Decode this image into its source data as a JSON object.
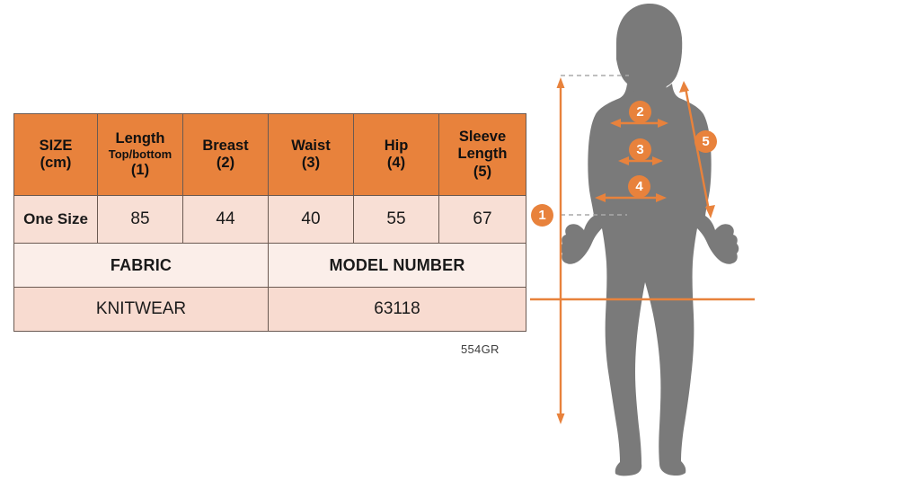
{
  "chart_data": {
    "type": "table",
    "title": "Size Chart",
    "unit": "cm",
    "columns": [
      "SIZE (cm)",
      "Length Top/bottom (1)",
      "Breast (2)",
      "Waist (3)",
      "Hip (4)",
      "Sleeve Length (5)"
    ],
    "categories": [
      "One Size"
    ],
    "series": [
      {
        "name": "Length Top/bottom (1)",
        "values": [
          85
        ]
      },
      {
        "name": "Breast (2)",
        "values": [
          44
        ]
      },
      {
        "name": "Waist (3)",
        "values": [
          40
        ]
      },
      {
        "name": "Hip (4)",
        "values": [
          55
        ]
      },
      {
        "name": "Sleeve Length (5)",
        "values": [
          67
        ]
      }
    ],
    "measurements": [
      {
        "id": 1,
        "label": "Length Top/bottom",
        "value": 85,
        "unit": "cm"
      },
      {
        "id": 2,
        "label": "Breast",
        "value": 44,
        "unit": "cm"
      },
      {
        "id": 3,
        "label": "Waist",
        "value": 40,
        "unit": "cm"
      },
      {
        "id": 4,
        "label": "Hip",
        "value": 55,
        "unit": "cm"
      },
      {
        "id": 5,
        "label": "Sleeve Length",
        "value": 67,
        "unit": "cm"
      }
    ],
    "fabric": "KNITWEAR",
    "model_number": "63118",
    "grid": false,
    "legend": "none"
  },
  "table": {
    "header": {
      "size": {
        "line1": "SIZE",
        "line2": "(cm)"
      },
      "length": {
        "line1": "Length",
        "sub": "Top/bottom",
        "line2": "(1)"
      },
      "breast": {
        "line1": "Breast",
        "line2": "(2)"
      },
      "waist": {
        "line1": "Waist",
        "line2": "(3)"
      },
      "hip": {
        "line1": "Hip",
        "line2": "(4)"
      },
      "sleeve": {
        "line1": "Sleeve",
        "line1b": "Length",
        "line2": "(5)"
      }
    },
    "rows": [
      {
        "size": "One Size",
        "length": "85",
        "breast": "44",
        "waist": "40",
        "hip": "55",
        "sleeve": "67"
      }
    ],
    "fabric_header": "FABRIC",
    "model_header": "MODEL NUMBER",
    "fabric_value": "KNITWEAR",
    "model_value": "63118"
  },
  "product_code": "554GR",
  "figure": {
    "markers": [
      {
        "id": "1",
        "number": "1",
        "measure": "Length Top/bottom"
      },
      {
        "id": "2",
        "number": "2",
        "measure": "Breast"
      },
      {
        "id": "3",
        "number": "3",
        "measure": "Waist"
      },
      {
        "id": "4",
        "number": "4",
        "measure": "Hip"
      },
      {
        "id": "5",
        "number": "5",
        "measure": "Sleeve Length"
      }
    ]
  },
  "colors": {
    "accent": "#E8823C",
    "header_bg": "#E8823C",
    "row_bg": "#F8DFD5",
    "section_head_bg": "#FBEEE9",
    "section_value_bg": "#F8DBD0",
    "silhouette": "#7A7A7A",
    "border": "#6B5A52",
    "text": "#111111"
  }
}
